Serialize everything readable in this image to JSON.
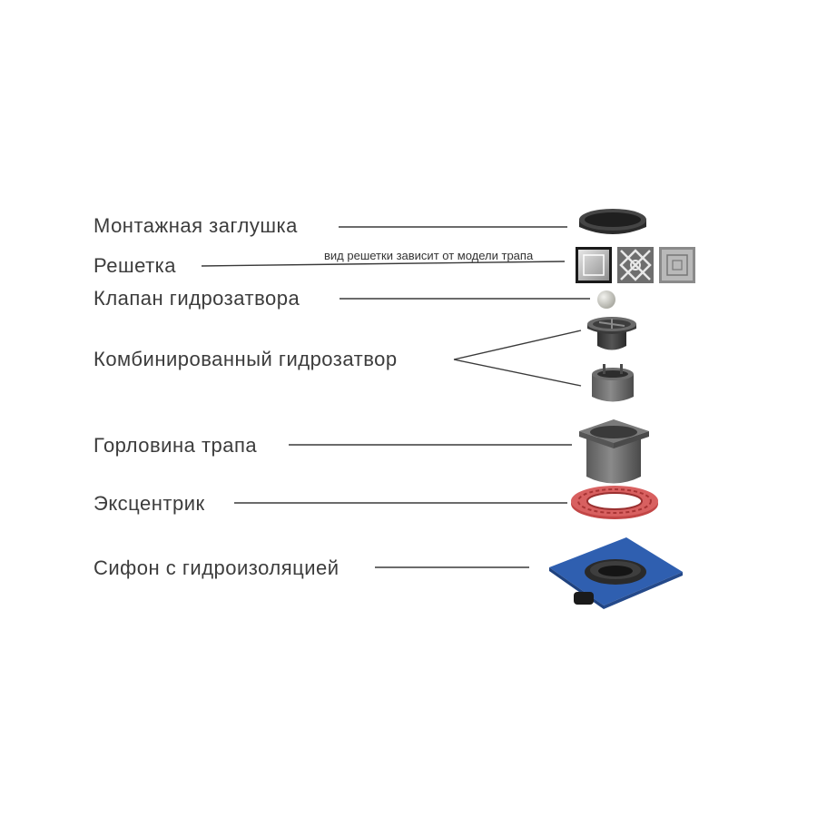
{
  "components": [
    {
      "label": "Монтажная заглушка",
      "icon": "mounting-plug-icon"
    },
    {
      "label": "Решетка",
      "icon": "grate-icon"
    },
    {
      "label": "Клапан гидрозатвора",
      "icon": "valve-ball-icon"
    },
    {
      "label": "Комбинированный гидрозатвор",
      "icon": "combined-trap-icon"
    },
    {
      "label": "Горловина трапа",
      "icon": "drain-neck-icon"
    },
    {
      "label": "Эксцентрик",
      "icon": "eccentric-ring-icon"
    },
    {
      "label": "Сифон с гидроизоляцией",
      "icon": "siphon-membrane-icon"
    }
  ],
  "grate_note": "вид решетки зависит от модели трапа",
  "colors": {
    "part_dark": "#3d3d3d",
    "part_gray": "#6b6b6b",
    "eccentric_red": "#c84a4a",
    "membrane_blue": "#2f5fb0"
  }
}
